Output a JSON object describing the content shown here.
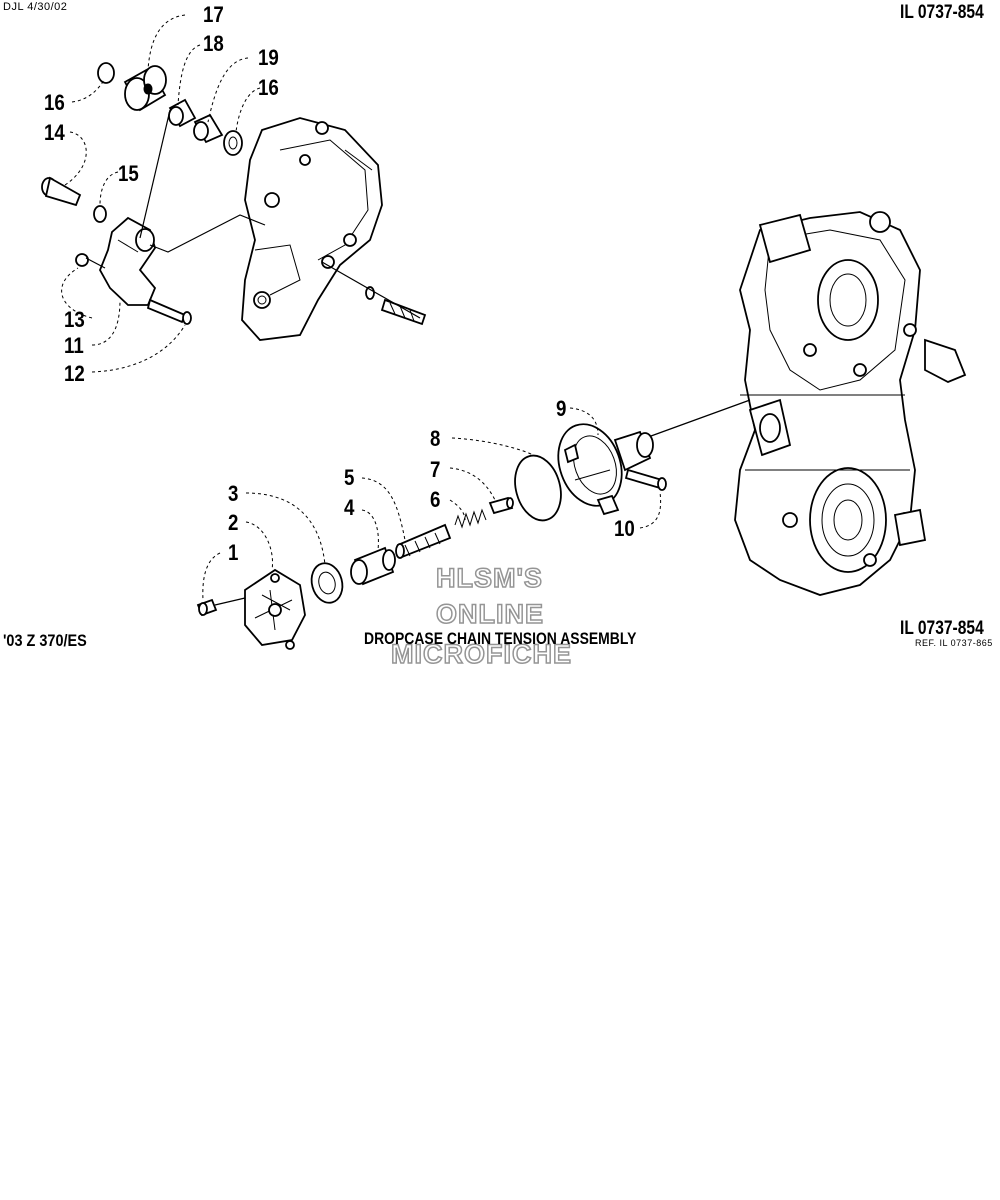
{
  "header": {
    "left_code": "DJL 4/30/02",
    "right_code": "IL 0737-854"
  },
  "footer": {
    "model": "'03 Z 370/ES",
    "title": "DROPCASE CHAIN TENSION ASSEMBLY",
    "illus_number": "IL 0737-854",
    "reference": "REF. IL 0737-865"
  },
  "watermark": {
    "line1": "HLSM'S",
    "line2": "ONLINE",
    "line3": "MICROFICHE"
  },
  "callouts": {
    "c1": "1",
    "c2": "2",
    "c3": "3",
    "c4": "4",
    "c5": "5",
    "c6": "6",
    "c7": "7",
    "c8": "8",
    "c9": "9",
    "c10": "10",
    "c11": "11",
    "c12": "12",
    "c13": "13",
    "c14": "14",
    "c15": "15",
    "c16a": "16",
    "c16b": "16",
    "c17": "17",
    "c18": "18",
    "c19": "19"
  }
}
